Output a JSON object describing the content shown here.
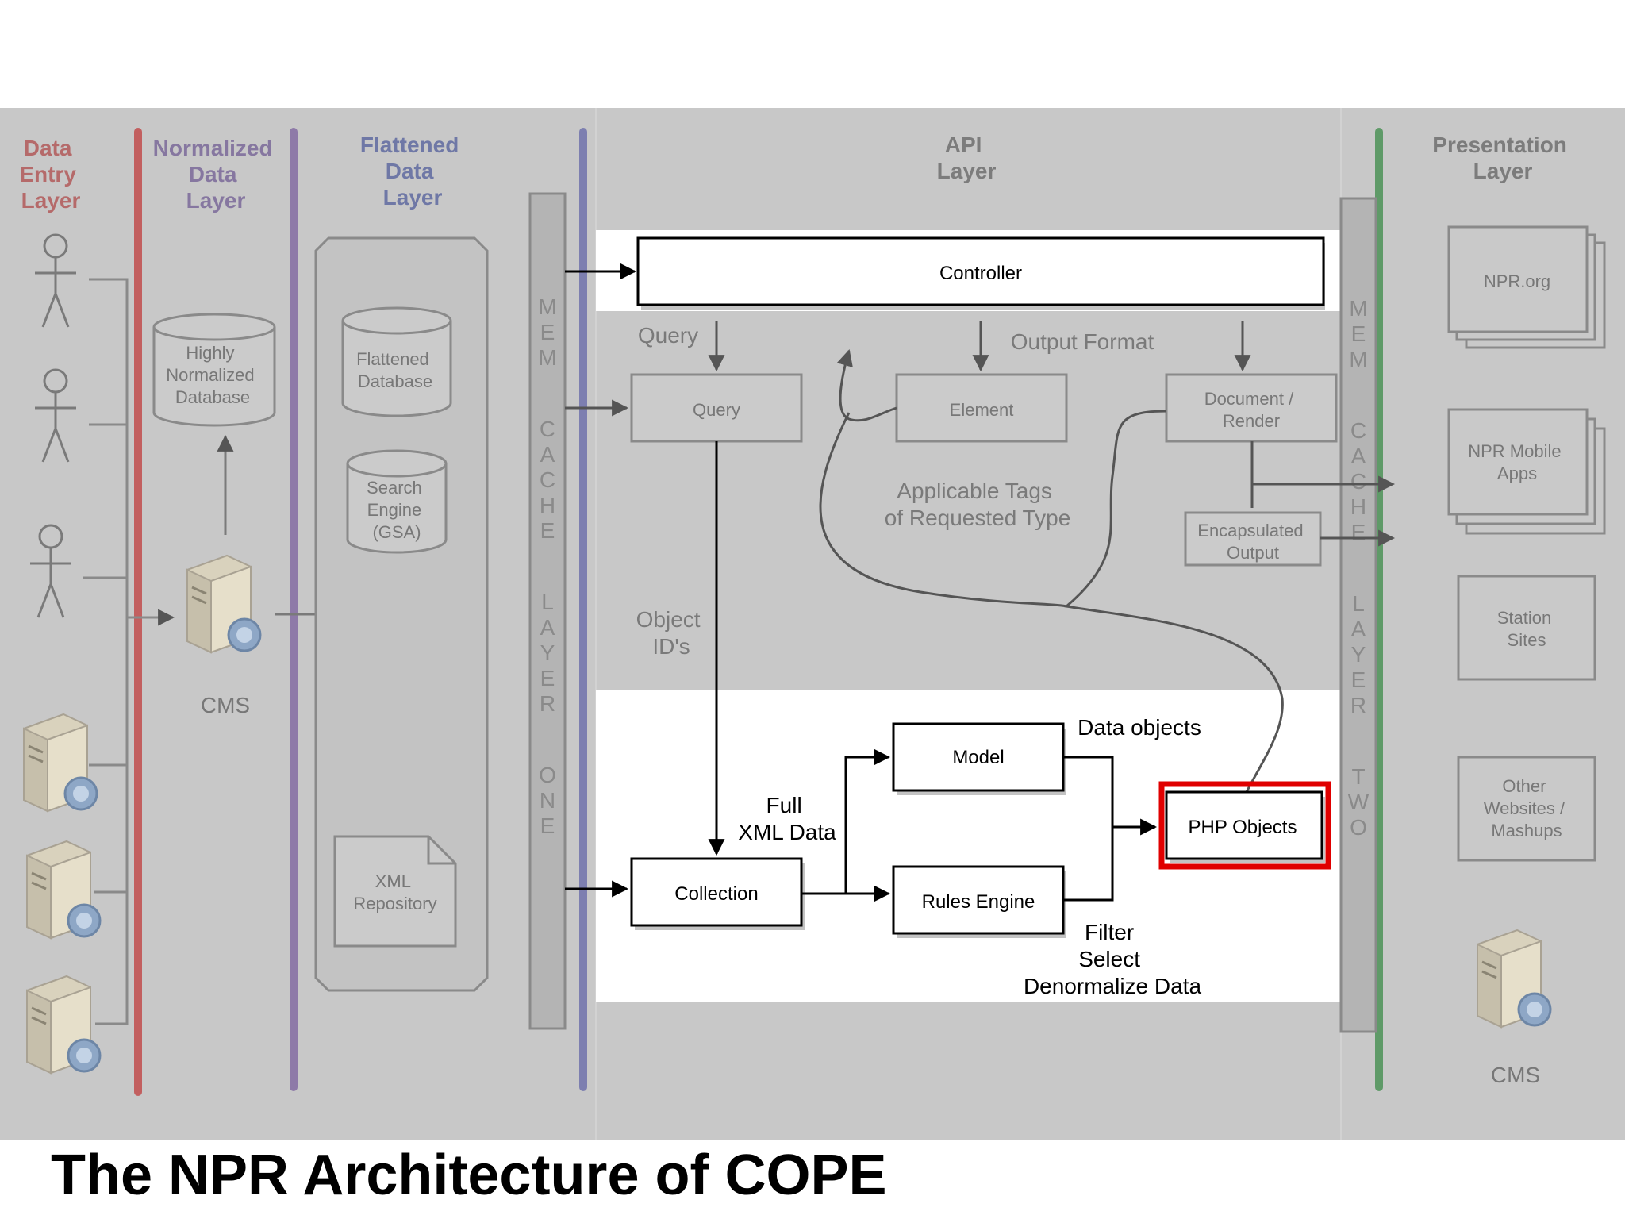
{
  "caption": "The NPR Architecture of COPE",
  "layers": {
    "data_entry": [
      "Data",
      "Entry",
      "Layer"
    ],
    "normalized": [
      "Normalized",
      "Data",
      "Layer"
    ],
    "flattened": [
      "Flattened",
      "Data",
      "Layer"
    ],
    "api": [
      "API",
      "Layer"
    ],
    "presentation": [
      "Presentation",
      "Layer"
    ]
  },
  "colors": {
    "data_entry_line": "#c25f5f",
    "normalized_line": "#8e7aa8",
    "cache_one_line": "#7d7fb0",
    "cache_two_line": "#5f9a68",
    "highlight": "#e00000",
    "dim_bg": "#c8c8c8"
  },
  "cache": {
    "one": [
      "M",
      "E",
      "M",
      "C",
      "A",
      "C",
      "H",
      "E",
      "L",
      "A",
      "Y",
      "E",
      "R",
      "O",
      "N",
      "E"
    ],
    "two": [
      "M",
      "E",
      "M",
      "C",
      "A",
      "C",
      "H",
      "E",
      "L",
      "A",
      "Y",
      "E",
      "R",
      "T",
      "W",
      "O"
    ]
  },
  "normalized_db": [
    "Highly",
    "Normalized",
    "Database"
  ],
  "cms": "CMS",
  "flattened_db": [
    "Flattened",
    "Database"
  ],
  "search_engine": [
    "Search",
    "Engine",
    "(GSA)"
  ],
  "xml_repository": [
    "XML",
    "Repository"
  ],
  "api_nodes": {
    "controller": "Controller",
    "query": "Query",
    "element": "Element",
    "document": [
      "Document /",
      "Render"
    ],
    "encapsulated": [
      "Encapsulated",
      "Output"
    ],
    "collection": "Collection",
    "model": "Model",
    "rules_engine": "Rules Engine",
    "php_objects": "PHP Objects"
  },
  "api_labels": {
    "query": "Query",
    "output_format": "Output Format",
    "applicable_tags": [
      "Applicable Tags",
      "of Requested Type"
    ],
    "object_ids": [
      "Object",
      "ID's"
    ],
    "full_xml": [
      "Full",
      "XML Data"
    ],
    "data_objects": "Data objects",
    "filter": [
      "Filter",
      "Select",
      "Denormalize Data"
    ]
  },
  "presentation": {
    "npr_org": "NPR.org",
    "mobile": [
      "NPR Mobile",
      "Apps"
    ],
    "station": [
      "Station",
      "Sites"
    ],
    "other": [
      "Other",
      "Websites /",
      "Mashups"
    ],
    "cms": "CMS"
  }
}
